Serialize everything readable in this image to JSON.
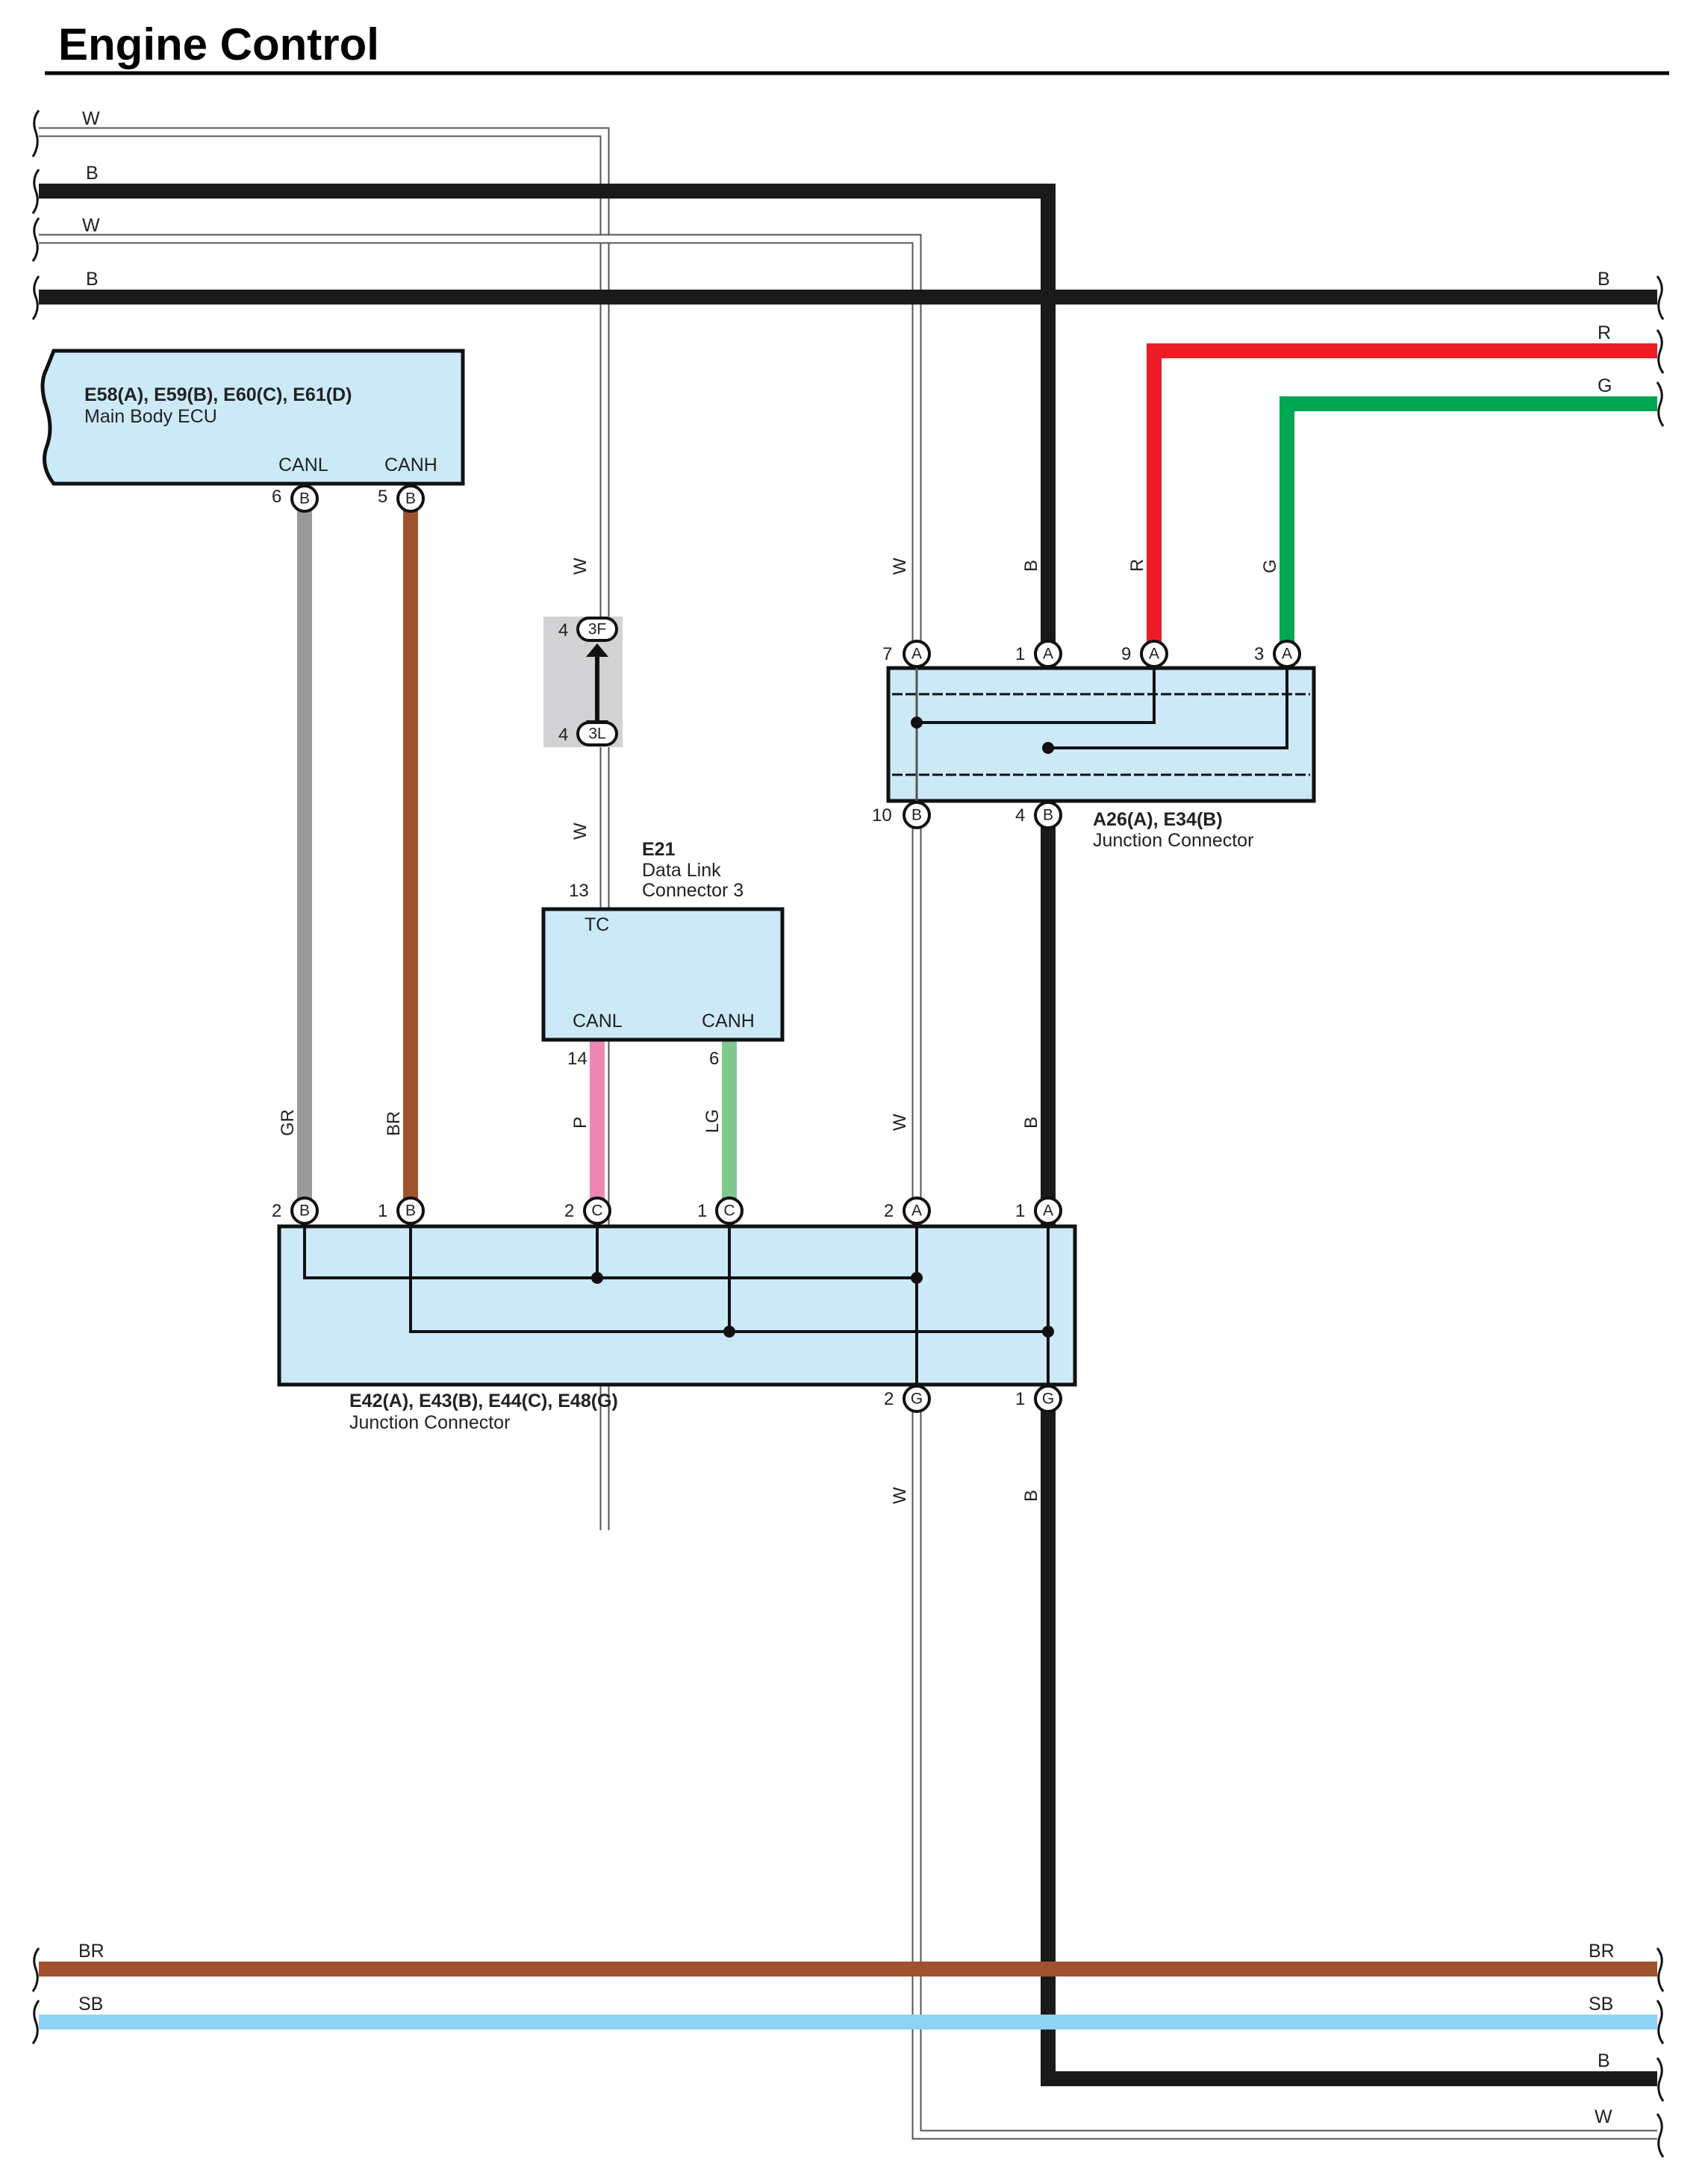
{
  "title": "Engine Control",
  "colors": {
    "W": "#ffffff",
    "B": "#1a1a1a",
    "R": "#ec1c24",
    "G": "#00a651",
    "GR": "#9a9a9a",
    "BR": "#a0522d",
    "P": "#f086b6",
    "LG": "#7fc98e",
    "SB": "#8fd3f4",
    "box_fill": "#cce9f8",
    "inline_fill": "#d2d2d4"
  },
  "left_edge_wires": [
    "W",
    "B",
    "W",
    "B",
    "BR",
    "SB"
  ],
  "right_edge_wires": [
    "B",
    "R",
    "G",
    "BR",
    "SB",
    "B",
    "W"
  ],
  "components": {
    "main_body_ecu": {
      "code": "E58(A), E59(B), E60(C), E61(D)",
      "name": "Main Body ECU",
      "pins": [
        {
          "label": "CANL",
          "number": "6",
          "connector": "B"
        },
        {
          "label": "CANH",
          "number": "5",
          "connector": "B"
        }
      ]
    },
    "inline_connector": {
      "pins": [
        {
          "number": "4",
          "connector": "3F"
        },
        {
          "number": "4",
          "connector": "3L"
        }
      ]
    },
    "dlc3": {
      "code": "E21",
      "name_line1": "Data Link",
      "name_line2": "Connector 3",
      "pins": [
        {
          "label": "TC",
          "number": "13"
        },
        {
          "label": "CANL",
          "number": "14"
        },
        {
          "label": "CANH",
          "number": "6"
        }
      ]
    },
    "junction_a26": {
      "code": "A26(A), E34(B)",
      "name": "Junction Connector",
      "top_pins": [
        {
          "number": "7",
          "connector": "A"
        },
        {
          "number": "1",
          "connector": "A"
        },
        {
          "number": "9",
          "connector": "A"
        },
        {
          "number": "3",
          "connector": "A"
        }
      ],
      "bottom_pins": [
        {
          "number": "10",
          "connector": "B"
        },
        {
          "number": "4",
          "connector": "B"
        }
      ]
    },
    "junction_e42": {
      "code": "E42(A), E43(B), E44(C), E48(G)",
      "name": "Junction Connector",
      "top_pins": [
        {
          "number": "2",
          "connector": "B"
        },
        {
          "number": "1",
          "connector": "B"
        },
        {
          "number": "2",
          "connector": "C"
        },
        {
          "number": "1",
          "connector": "C"
        },
        {
          "number": "2",
          "connector": "A"
        },
        {
          "number": "1",
          "connector": "A"
        }
      ],
      "bottom_pins": [
        {
          "number": "2",
          "connector": "G"
        },
        {
          "number": "1",
          "connector": "G"
        }
      ]
    }
  },
  "wire_labels": {
    "w_inline_upper": "W",
    "w_inline_lower": "W",
    "w_ja_top": "W",
    "b_ja_top": "B",
    "r_ja_top": "R",
    "g_ja_top": "G",
    "gr": "GR",
    "br": "BR",
    "p": "P",
    "lg": "LG",
    "w_mid": "W",
    "b_mid": "B",
    "w_low": "W",
    "b_low": "B"
  }
}
